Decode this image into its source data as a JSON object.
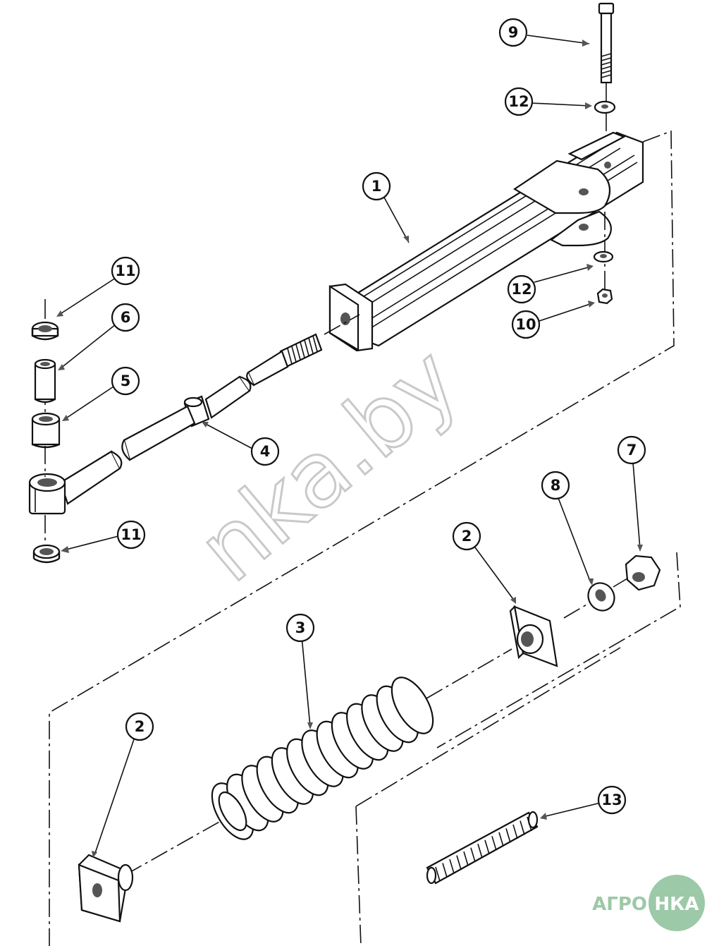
{
  "diagram": {
    "callouts": [
      {
        "id": "c9",
        "label": "9"
      },
      {
        "id": "c12a",
        "label": "12"
      },
      {
        "id": "c1",
        "label": "1"
      },
      {
        "id": "c12b",
        "label": "12"
      },
      {
        "id": "c10",
        "label": "10"
      },
      {
        "id": "c11a",
        "label": "11"
      },
      {
        "id": "c6",
        "label": "6"
      },
      {
        "id": "c5",
        "label": "5"
      },
      {
        "id": "c4",
        "label": "4"
      },
      {
        "id": "c11b",
        "label": "11"
      },
      {
        "id": "c2a",
        "label": "2"
      },
      {
        "id": "c8",
        "label": "8"
      },
      {
        "id": "c7",
        "label": "7"
      },
      {
        "id": "c3",
        "label": "3"
      },
      {
        "id": "c2b",
        "label": "2"
      },
      {
        "id": "c13",
        "label": "13"
      }
    ],
    "parts": [
      "bolt",
      "washer",
      "tension-tube",
      "washer",
      "nut",
      "seal",
      "bushing",
      "bushing",
      "threaded-rod",
      "seal",
      "spring-seat",
      "washer",
      "nut",
      "spring",
      "spring-seat",
      "threaded-stud"
    ]
  },
  "watermark": {
    "text": "nka.by"
  },
  "logo": {
    "prefix": "АГРО",
    "suffix": "НКА",
    "color": "#9cc9a7"
  }
}
